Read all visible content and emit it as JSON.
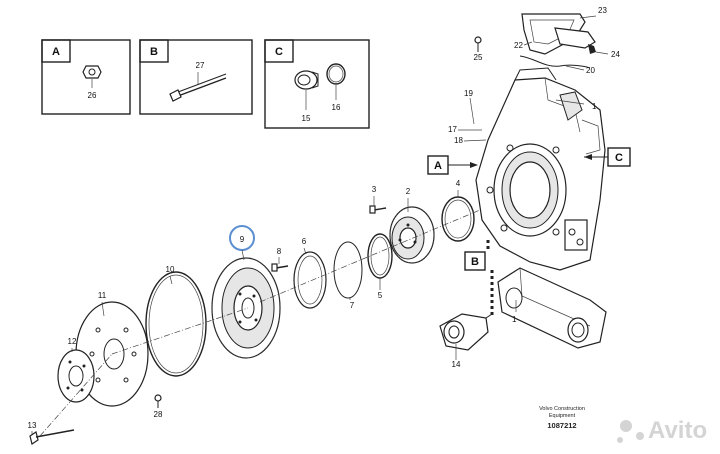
{
  "inset_boxes": [
    {
      "letter": "A",
      "parts": [
        "26"
      ]
    },
    {
      "letter": "B",
      "parts": [
        "27"
      ]
    },
    {
      "letter": "C",
      "parts": [
        "15",
        "16"
      ]
    }
  ],
  "callouts": [
    "A",
    "B",
    "C"
  ],
  "part_numbers": [
    "1",
    "2",
    "3",
    "4",
    "5",
    "6",
    "7",
    "8",
    "9",
    "10",
    "11",
    "12",
    "13",
    "14",
    "17",
    "18",
    "19",
    "20",
    "22",
    "23",
    "24",
    "25",
    "28"
  ],
  "highlighted_part": "9",
  "caption": {
    "line1": "Volvo Construction",
    "line2": "Equipment",
    "drawing_no": "1087212"
  },
  "watermark": "Avito",
  "colors": {
    "line": "#222222",
    "highlight": "#5b8fd0",
    "watermark": "#d0d0d0"
  }
}
